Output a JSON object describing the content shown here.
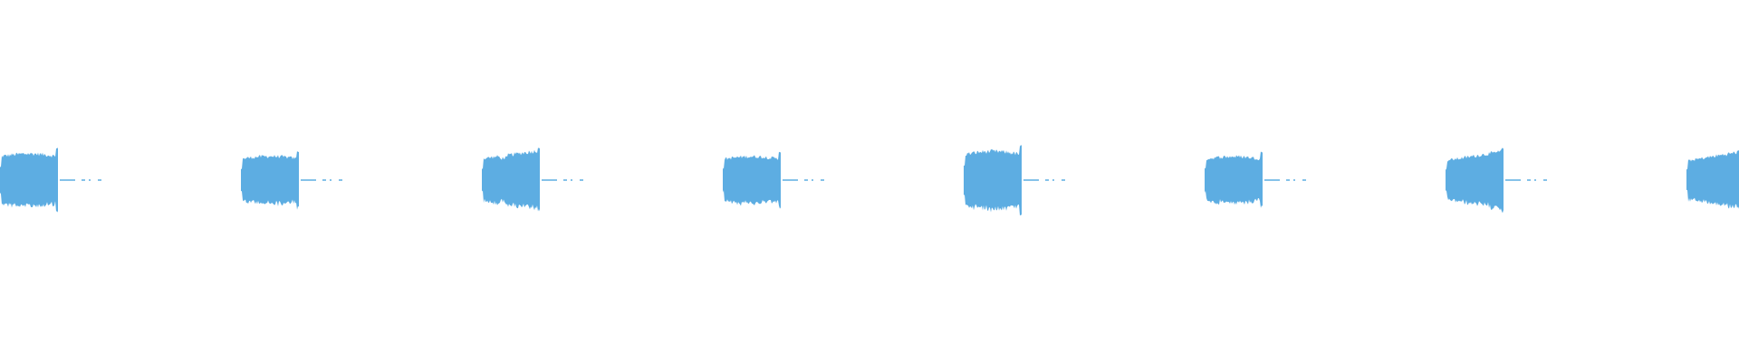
{
  "waveform": {
    "color": "#5dade2",
    "background": "#ffffff",
    "bursts": [
      {
        "peak": 0.92,
        "shape": "flat"
      },
      {
        "peak": 0.83,
        "shape": "flat"
      },
      {
        "peak": 0.95,
        "shape": "ramp-dip"
      },
      {
        "peak": 0.82,
        "shape": "flat"
      },
      {
        "peak": 1.0,
        "shape": "flat"
      },
      {
        "peak": 0.82,
        "shape": "flat"
      },
      {
        "peak": 0.92,
        "shape": "ramp"
      },
      {
        "peak": 0.9,
        "shape": "ramp"
      }
    ]
  }
}
